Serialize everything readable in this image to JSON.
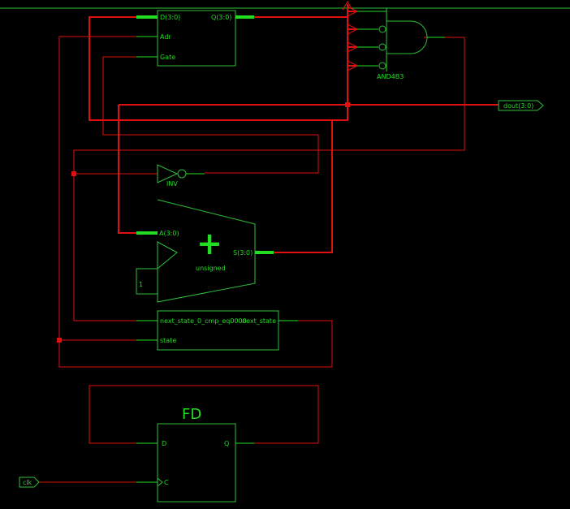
{
  "latch": {
    "port_d": "D(3:0)",
    "port_q": "Q(3:0)",
    "port_adr": "Adr",
    "port_gate": "Gate"
  },
  "and_gate": {
    "label": "AND4B3"
  },
  "output_port": {
    "label": "dout(3:0)"
  },
  "inverter": {
    "label": "INV"
  },
  "adder": {
    "port_a": "A(3:0)",
    "port_s": "S(3:0)",
    "mode": "unsigned",
    "symbol": "+",
    "constant": "1"
  },
  "compare_block": {
    "port_in": "next_state_0_cmp_eq0000",
    "port_out": "next_state",
    "port_state": "state"
  },
  "flipflop": {
    "title": "FD",
    "port_d": "D",
    "port_q": "Q",
    "port_c": "C"
  },
  "clock_port": {
    "label": "clk"
  },
  "colors": {
    "symbol": "#2fbf3a",
    "wire": "#e01010",
    "text": "#22dd22",
    "background": "#000000"
  }
}
